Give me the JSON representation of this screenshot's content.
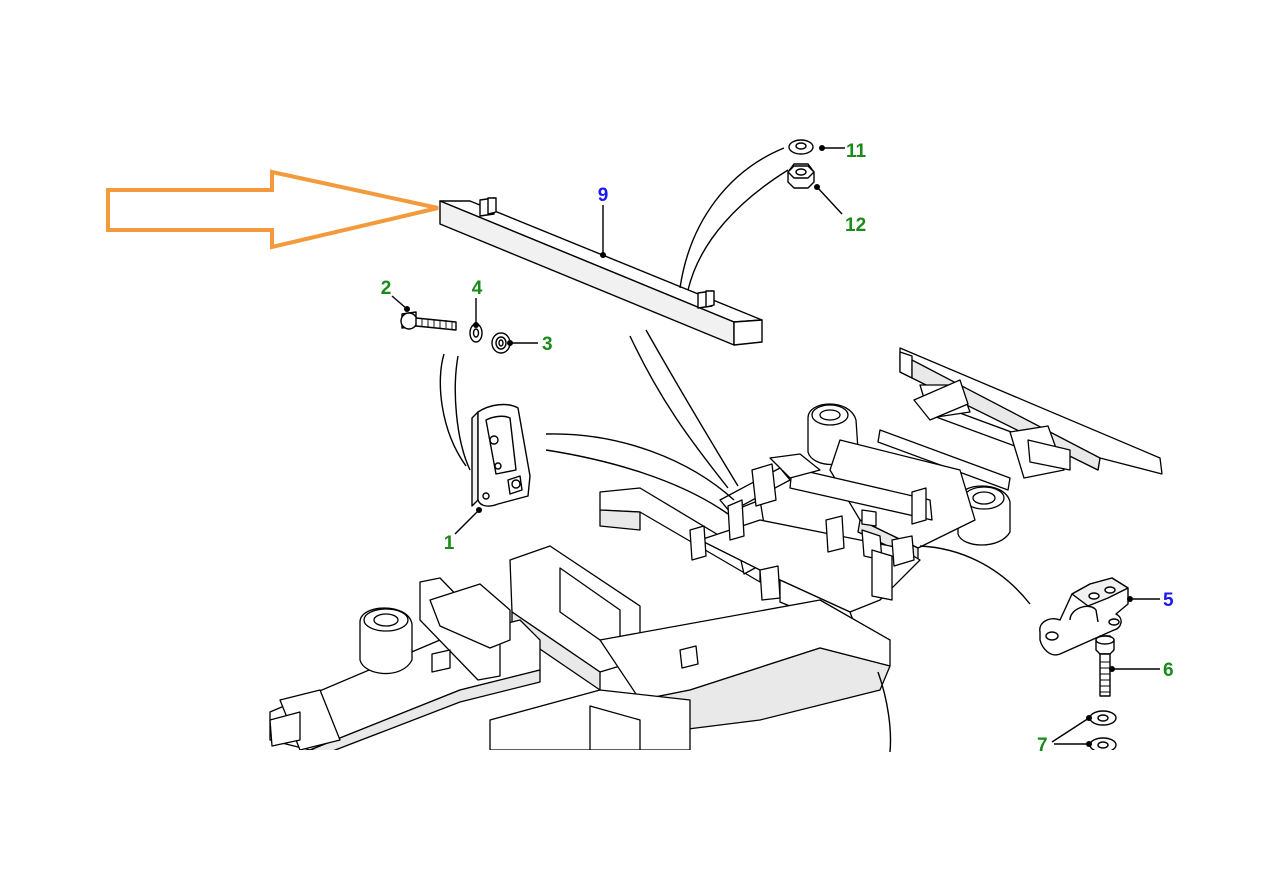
{
  "colors": {
    "callout_green": "#1a8a1a",
    "callout_blue": "#1a1aee",
    "arrow_orange": "#f39a3c"
  },
  "callouts": [
    {
      "id": "1",
      "color": "green"
    },
    {
      "id": "2",
      "color": "green"
    },
    {
      "id": "3",
      "color": "green"
    },
    {
      "id": "4",
      "color": "green"
    },
    {
      "id": "5",
      "color": "blue"
    },
    {
      "id": "6",
      "color": "green"
    },
    {
      "id": "7",
      "color": "green"
    },
    {
      "id": "9",
      "color": "blue"
    },
    {
      "id": "11",
      "color": "green"
    },
    {
      "id": "12",
      "color": "green"
    }
  ],
  "highlight": {
    "shape": "arrow",
    "points_to": "9"
  }
}
